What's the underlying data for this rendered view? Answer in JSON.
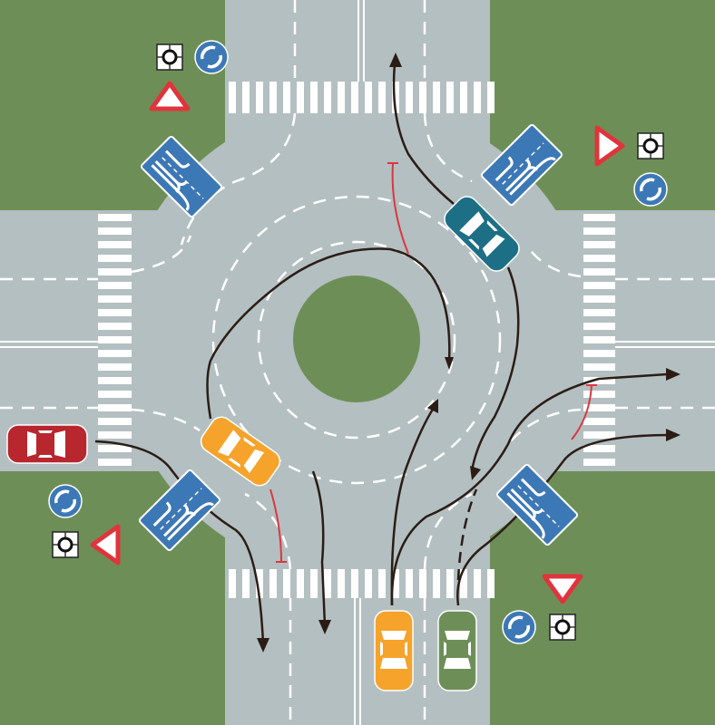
{
  "colors": {
    "grass": "#6d8f57",
    "road": "#b4bfc1",
    "marking": "#ffffff",
    "path": "#2b1d16",
    "stop_line": "#d9373f",
    "sign_blue": "#3d78b6",
    "red_car": "#b8262e",
    "orange_car": "#f5a32b",
    "teal_car": "#1d6f86",
    "green_car": "#6d8f57"
  },
  "cars": [
    "red-car-west",
    "orange-car-roundabout",
    "teal-car-roundabout",
    "orange-car-south",
    "green-car-south"
  ]
}
